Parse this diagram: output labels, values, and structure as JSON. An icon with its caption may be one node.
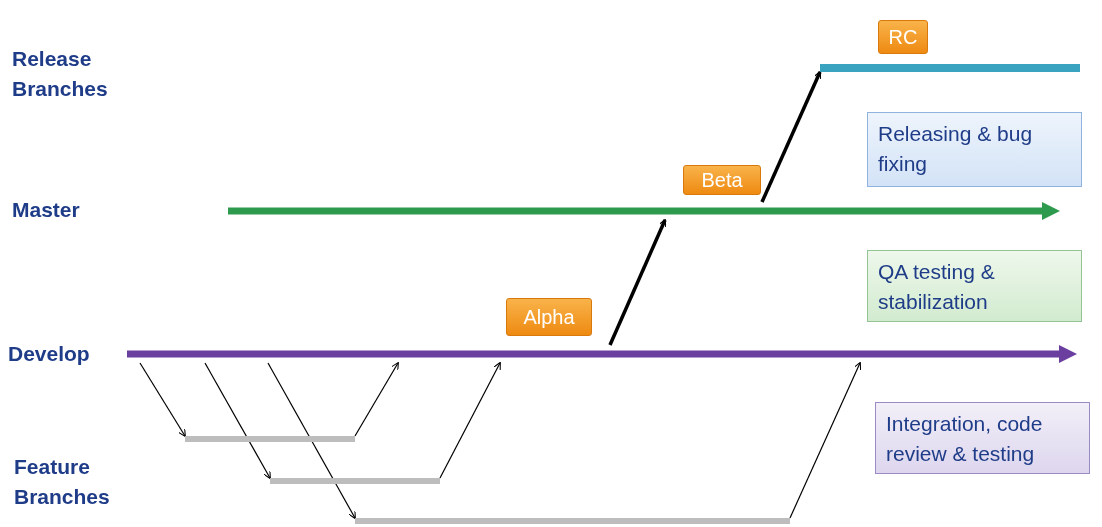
{
  "diagram": {
    "nodes": [
      {
        "text": [
          "RC"
        ]
      },
      {
        "text": [],
        "shape": "bar"
      },
      {
        "text": [
          "Releasing & bug fixing"
        ]
      },
      {
        "text": [
          "Beta"
        ]
      },
      {
        "text": [],
        "shape": "bar"
      },
      {
        "text": [
          "QA testing & stabilization"
        ]
      },
      {
        "text": [
          "Alpha"
        ]
      },
      {
        "text": [],
        "shape": "bar"
      },
      {
        "text": [
          "Integration, code review & testing"
        ]
      },
      {
        "text": [],
        "shape": "bar"
      },
      {
        "text": [],
        "shape": "bar"
      },
      {
        "text": [],
        "shape": "bar"
      }
    ],
    "edges": [
      {
        "from": 7,
        "to": 9,
        "arrow": "to"
      },
      {
        "from": 7,
        "to": 10,
        "arrow": "to"
      },
      {
        "from": 7,
        "to": 11,
        "arrow": "to"
      },
      {
        "from": 9,
        "to": 7,
        "arrow": "to"
      },
      {
        "from": 10,
        "to": 7,
        "arrow": "to"
      },
      {
        "from": 11,
        "to": 7,
        "arrow": "to"
      },
      {
        "from": 7,
        "to": 4,
        "arrow": "to",
        "style": "thick"
      },
      {
        "from": 4,
        "to": 1,
        "arrow": "to",
        "style": "thick"
      }
    ],
    "labels": [
      "Release Branches",
      "Master",
      "Develop",
      "Feature Branches"
    ]
  }
}
